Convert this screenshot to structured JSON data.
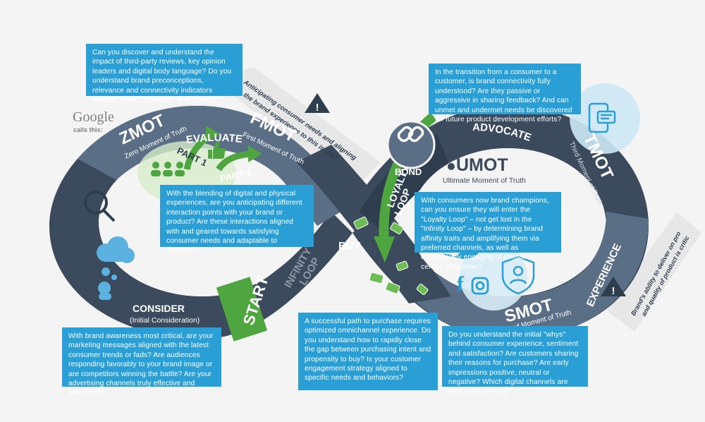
{
  "google": {
    "brand": "Google",
    "calls": "calls this:"
  },
  "zmot": {
    "title": "ZMOT",
    "subtitle": "Zero Moment of Truth"
  },
  "fmot": {
    "title": "FMOT",
    "subtitle": "First Moment of Truth"
  },
  "tmot": {
    "title": "TMOT",
    "subtitle": "Third Moment of Truth"
  },
  "smot": {
    "title": "SMOT",
    "subtitle": "Second Moment of Truth"
  },
  "umot": {
    "title": "UMOT",
    "subtitle": "Ultimate Moment of Truth"
  },
  "stages": {
    "evaluate": "EVALUATE",
    "part1": "PART 1",
    "part2": "PART 2",
    "advocate": "ADVOCATE",
    "bond": "BOND",
    "loyalty": "LOYALTY",
    "loop": "LOOP",
    "buy": "BUY",
    "experience": "EXPERIENCE",
    "consider": "CONSIDER",
    "consider_sub": "(Initial Consideration)",
    "start": "START",
    "infinity": "INFINITY",
    "infinity_loop": "LOOP"
  },
  "warnings": {
    "top_line1": "Anticipating consumer needs and aligning",
    "top_line2": "the brand experience to this is vital",
    "right_line1": "Brand's ability to deliver on promise",
    "right_line2": "and quality of product is critical"
  },
  "boxes": {
    "zmot_q": "Can you discover and understand the impact of third-party reviews, key opinion leaders and digital body language? Do you understand brand preconceptions, relevance and connectivity indicators beyond \"likes,\" \"retweets\" and \"clicks?\"",
    "tmot_q": "In the transition from a consumer to a customer, is brand connectivity fully understood? Are they passive or aggressive in sharing feedback? And can unmet and undermet needs be discovered for future product development efforts?",
    "fmot_q": "With the blending of digital and physical experiences, are you anticipating different interaction points with your brand or product? Are these interactions aligned with and geared towards satisfying consumer needs and adaptable to changes?",
    "umot_q": "With consumers now brand champions, can you ensure they will enter the \"Loyalty Loop\" – not get lost in the \"Infinity Loop\" – by determining brand affinity traits and amplifying them via preferred channels, as well as continuously engaging in consumer centric innovation?",
    "consider_q": "With brand awareness most critical, are your marketing messages aligned with the latest consumer trends or fads? Are audiences responding favorably to your brand image or are competitors winning the battle? Are your advertising channels truly effective and optimized?",
    "buy_q": "A successful path to purchase requires optimized omnichannel experience. Do you understand how to rapidly close the gap between purchasing intent and propensity to buy? Is your customer engagement strategy aligned to specific needs and behaviors?",
    "smot_q": "Do you understand the initial \"whys\" behind consumer experience, sentiment and satisfaction? Are customers sharing their reasons for purchase? Are early impressions positive, neutral or negative? Which digital channels are they most utilizing?"
  },
  "icons": [
    "search-icon",
    "cloud-thought-icon",
    "people-icon",
    "thumbs-up-icon",
    "link-icon",
    "phone-chat-icon",
    "facebook-icon",
    "twitter-icon",
    "instagram-icon",
    "shield-user-icon",
    "warning-icon",
    "money-icon"
  ],
  "colors": {
    "dark_ring": "#3b4a5c",
    "mid_ring": "#5a6e85",
    "blue": "#2a9fd6",
    "green": "#4fa640",
    "bg": "#f4f4f4"
  }
}
